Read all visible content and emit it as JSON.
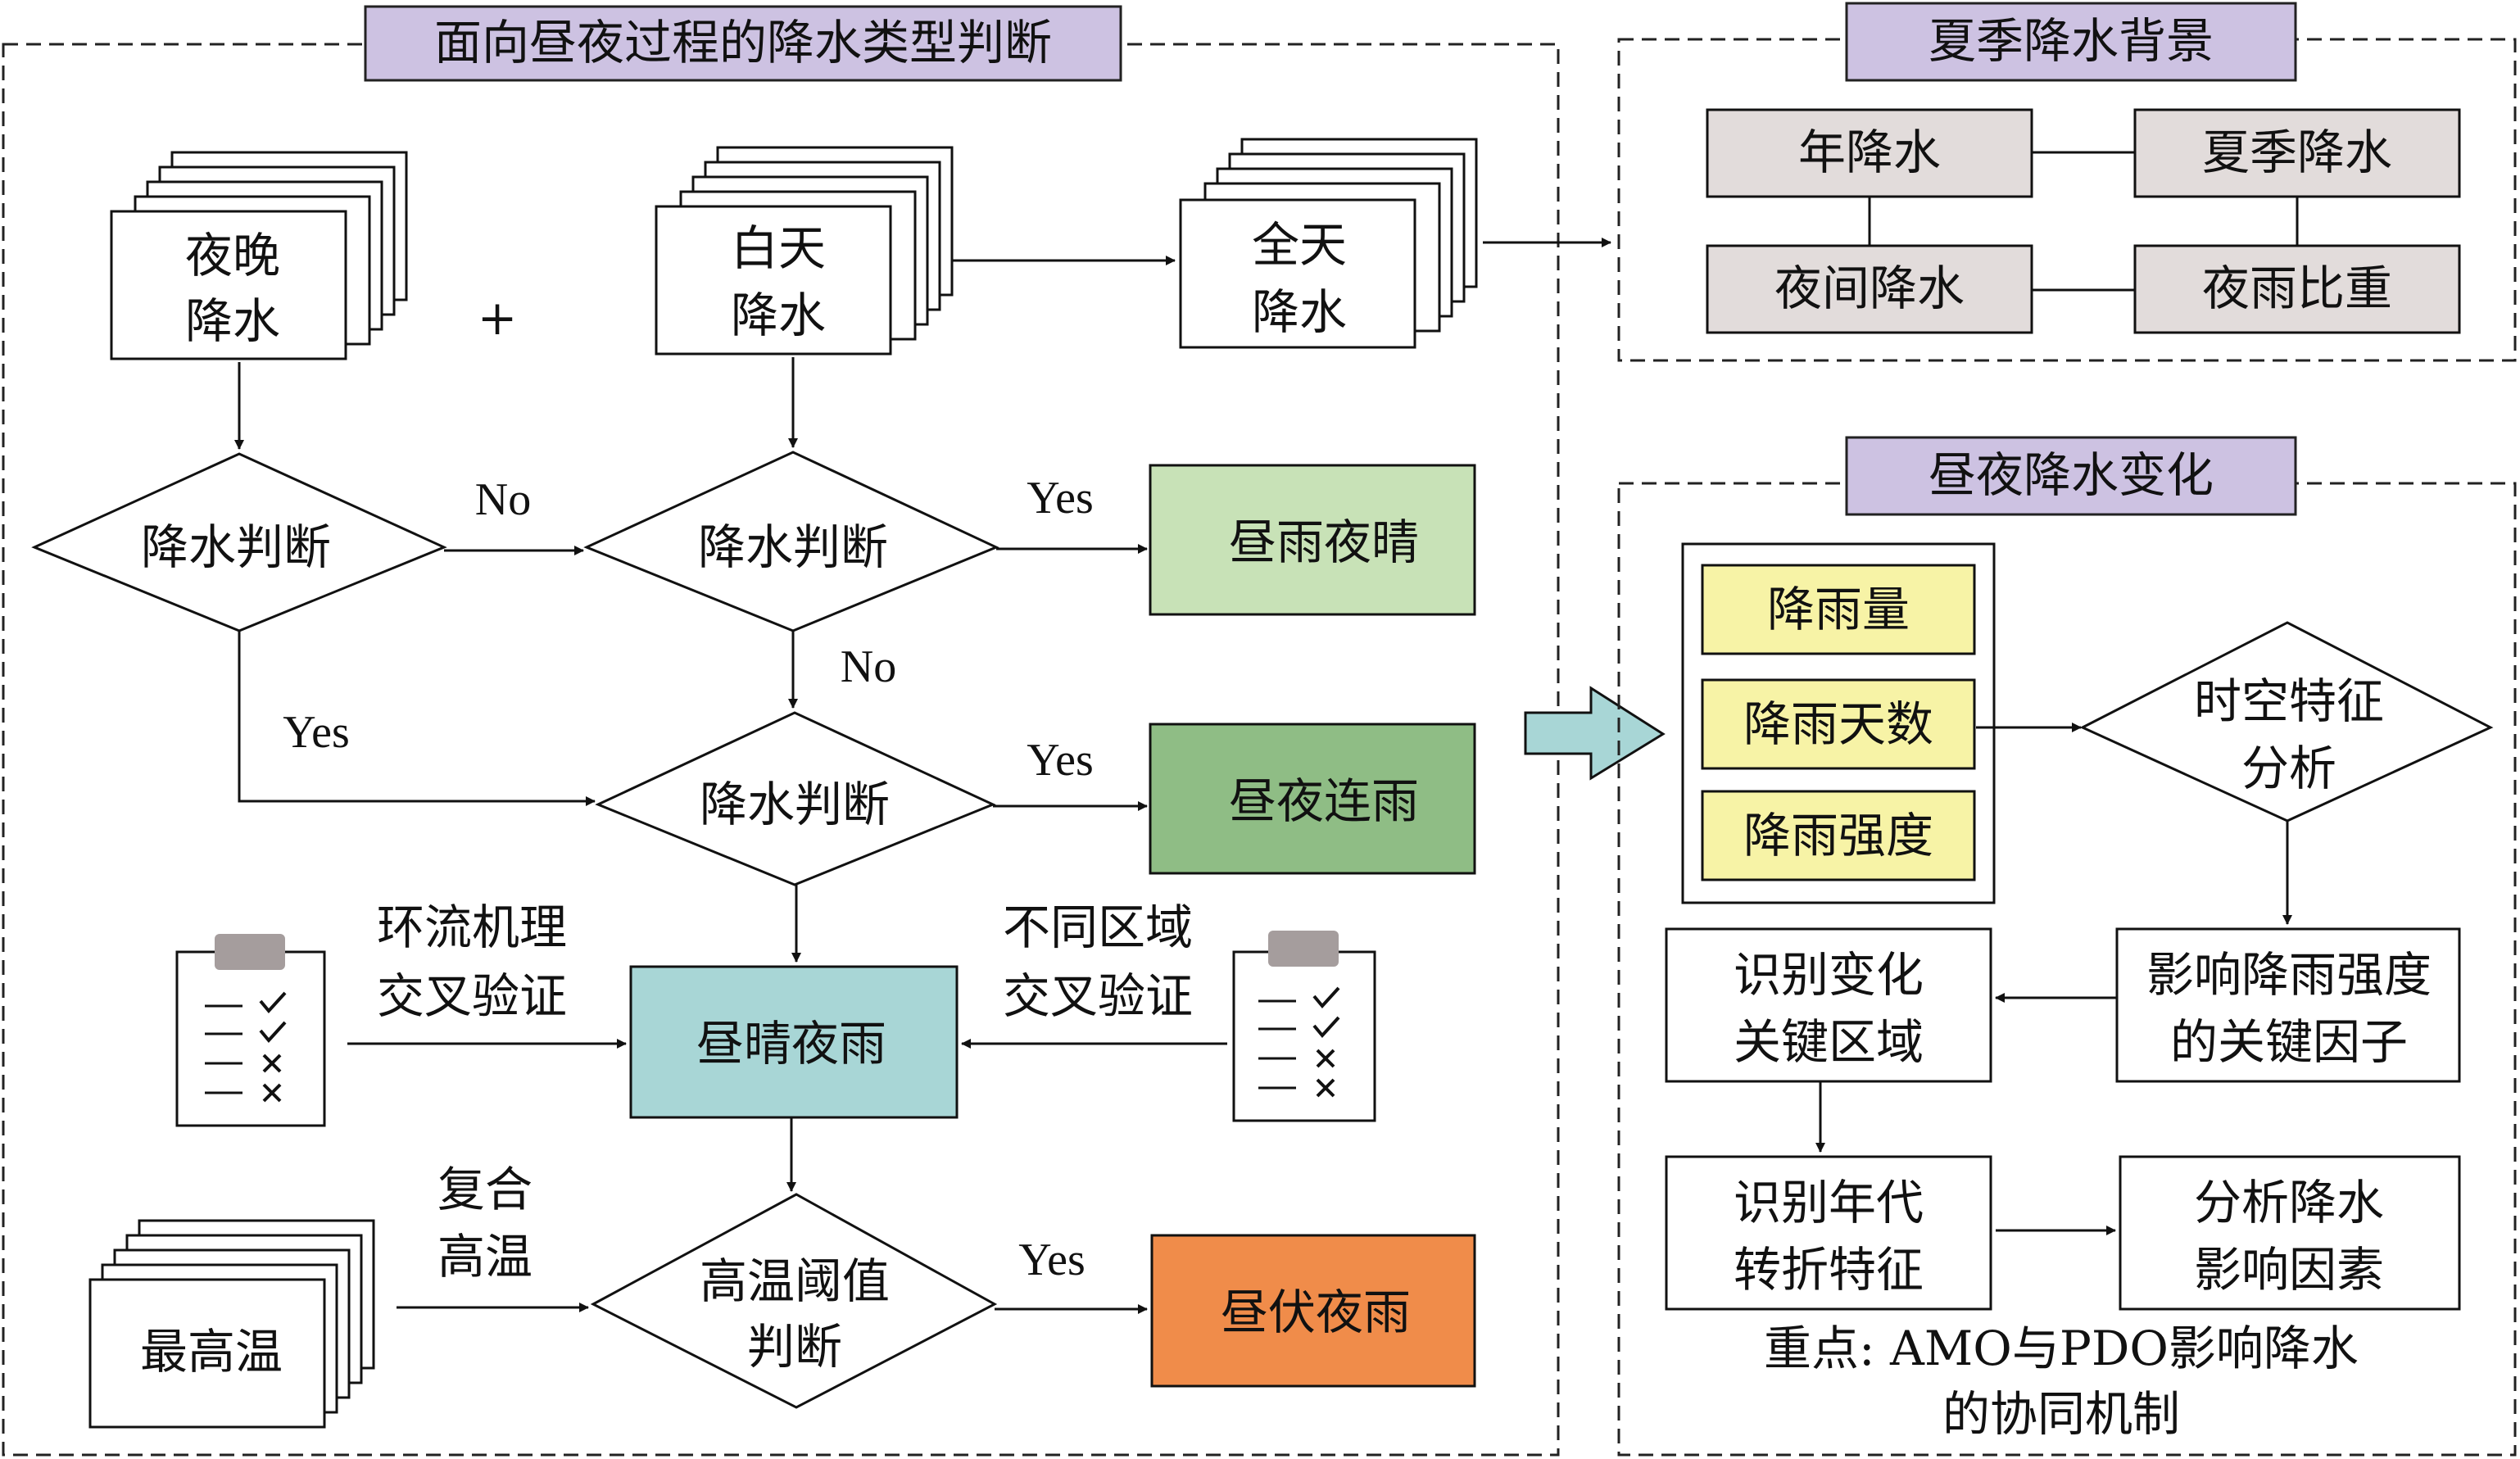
{
  "left_panel": {
    "title": "面向昼夜过程的降水类型判断",
    "night_precip": [
      "夜晚",
      "降水"
    ],
    "plus": "+",
    "day_precip": [
      "白天",
      "降水"
    ],
    "allday_precip": [
      "全天",
      "降水"
    ],
    "decision1": "降水判断",
    "decision2": "降水判断",
    "decision3": "降水判断",
    "no1": "No",
    "no2": "No",
    "yes1": "Yes",
    "yes2": "Yes",
    "yes3": "Yes",
    "yes4": "Yes",
    "out_day_rain": "昼雨夜晴",
    "out_continuous": "昼夜连雨",
    "out_night_rain": "昼晴夜雨",
    "out_summer": "昼伏夜雨",
    "circulation": [
      "环流机理",
      "交叉验证"
    ],
    "region_check": [
      "不同区域",
      "交叉验证"
    ],
    "compound_heat": [
      "复合",
      "高温"
    ],
    "max_temp": "最高温",
    "heat_decision": [
      "高温阈值",
      "判断"
    ]
  },
  "summer_panel": {
    "title": "夏季降水背景",
    "annual": "年降水",
    "summer": "夏季降水",
    "night": "夜间降水",
    "ratio": "夜雨比重"
  },
  "change_panel": {
    "title": "昼夜降水变化",
    "amount": "降雨量",
    "days": "降雨天数",
    "intensity": "降雨强度",
    "spatiotemporal": [
      "时空特征",
      "分析"
    ],
    "factors": [
      "影响降雨强度",
      "的关键因子"
    ],
    "key_region": [
      "识别变化",
      "关键区域"
    ],
    "decadal": [
      "识别年代",
      "转折特征"
    ],
    "analyze": [
      "分析降水",
      "影响因素"
    ],
    "focus": [
      "重点: AMO与PDO影响降水",
      "的协同机制"
    ]
  },
  "colors": {
    "header_bg": "#cdc2e2",
    "summer_box": "#e2dcdb",
    "light_green": "#c8e2b7",
    "mid_green": "#8fbd85",
    "teal": "#a8d6d6",
    "orange": "#f08c4a",
    "yellow": "#f7f3a6"
  }
}
